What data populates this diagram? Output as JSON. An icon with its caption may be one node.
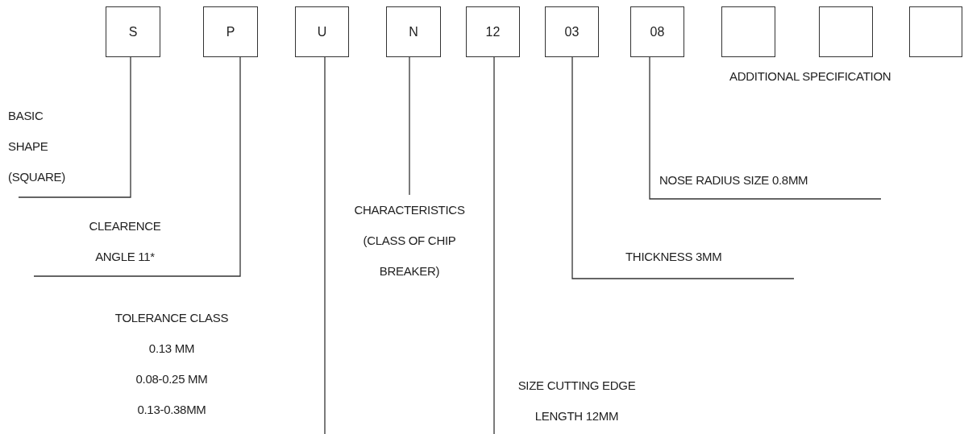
{
  "diagram": {
    "nodes": [
      {
        "text": [
          "S"
        ]
      },
      {
        "text": [
          "P"
        ]
      },
      {
        "text": [
          "U"
        ]
      },
      {
        "text": [
          "N"
        ]
      },
      {
        "text": [
          "12"
        ]
      },
      {
        "text": [
          "03"
        ]
      },
      {
        "text": [
          "08"
        ]
      },
      {
        "text": [],
        "shape": "box"
      },
      {
        "text": [],
        "shape": "box"
      },
      {
        "text": [],
        "shape": "box"
      },
      {
        "text": [
          "BASIC SHAPE (SQUARE)"
        ]
      },
      {
        "text": [
          "CLEARENCE ANGLE 11*"
        ]
      },
      {
        "text": [
          "CHARACTERISTICS (CLASS OF CHIP BREAKER)"
        ]
      },
      {
        "text": [
          "SIZE CUTTING EDGE LENGTH 12MM"
        ]
      },
      {
        "text": [
          "THICKNESS 3MM"
        ]
      },
      {
        "text": [
          "NOSE RADIUS SIZE 0.8MM"
        ]
      }
    ],
    "edges": [
      {
        "from": 10,
        "to": 0,
        "arrow": "none"
      },
      {
        "from": 11,
        "to": 1,
        "arrow": "none"
      },
      {
        "from": null,
        "to": 2,
        "arrow": "none"
      },
      {
        "from": 12,
        "to": 3,
        "arrow": "none"
      },
      {
        "from": 13,
        "to": 4,
        "arrow": "none"
      },
      {
        "from": 14,
        "to": 5,
        "arrow": "none"
      },
      {
        "from": 15,
        "to": 6,
        "arrow": "none"
      }
    ],
    "labels": [
      "ADDITIONAL SPECIFICATION",
      "TOLERANCE CLASS",
      "0.13 MM",
      "0.08-0.25 MM",
      "0.13-0.38MM"
    ]
  }
}
